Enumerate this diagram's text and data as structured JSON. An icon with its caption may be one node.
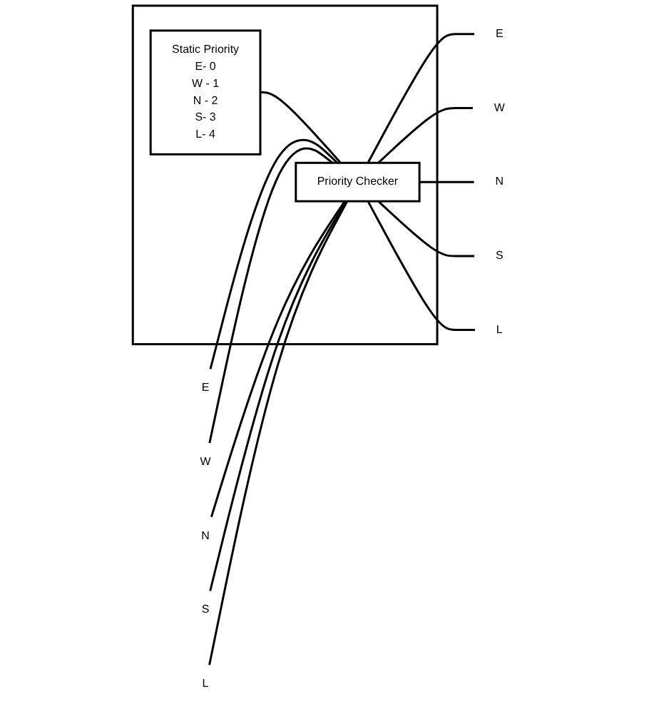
{
  "diagram": {
    "nodes": [
      {
        "text": [],
        "shape": "box"
      },
      {
        "text": [
          "Static Priority",
          "E- 0",
          "W - 1",
          "N - 2",
          "S- 3",
          "L- 4"
        ],
        "in": 0
      },
      {
        "text": [
          "Priority Checker"
        ],
        "in": 0
      },
      {
        "text": [
          "E"
        ]
      },
      {
        "text": [
          "W"
        ]
      },
      {
        "text": [
          "N"
        ]
      },
      {
        "text": [
          "S"
        ]
      },
      {
        "text": [
          "L"
        ]
      },
      {
        "text": [
          "E"
        ]
      },
      {
        "text": [
          "W"
        ]
      },
      {
        "text": [
          "N"
        ]
      },
      {
        "text": [
          "S"
        ]
      },
      {
        "text": [
          "L"
        ]
      }
    ],
    "edges": [
      {
        "from": 1,
        "to": 2,
        "arrow": "none"
      },
      {
        "from": 3,
        "to": 2,
        "arrow": "none"
      },
      {
        "from": 4,
        "to": 2,
        "arrow": "none"
      },
      {
        "from": 5,
        "to": 2,
        "arrow": "none"
      },
      {
        "from": 6,
        "to": 2,
        "arrow": "none"
      },
      {
        "from": 7,
        "to": 2,
        "arrow": "none"
      },
      {
        "from": 2,
        "to": 8,
        "arrow": "none"
      },
      {
        "from": 2,
        "to": 9,
        "arrow": "none"
      },
      {
        "from": 2,
        "to": 10,
        "arrow": "none"
      },
      {
        "from": 2,
        "to": 11,
        "arrow": "none"
      },
      {
        "from": 2,
        "to": 12,
        "arrow": "none"
      }
    ]
  }
}
